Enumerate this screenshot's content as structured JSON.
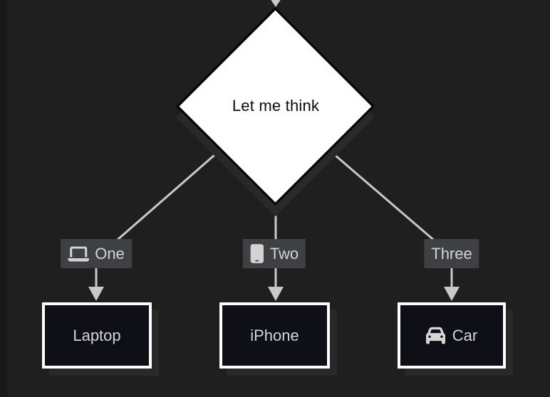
{
  "diagram": {
    "decision": {
      "label": "Let me think"
    },
    "branches": [
      {
        "edge_label": "One",
        "edge_icon": "laptop-icon",
        "node_label": "Laptop",
        "node_icon": null
      },
      {
        "edge_label": "Two",
        "edge_icon": "mobile-phone-icon",
        "node_label": "iPhone",
        "node_icon": null
      },
      {
        "edge_label": "Three",
        "edge_icon": null,
        "node_label": "Car",
        "node_icon": "car-icon"
      }
    ],
    "colors": {
      "canvas_background": "#1f1f20",
      "left_gutter": "#191919",
      "edge_line": "#c9c9c9",
      "edge_label_background": "#3f4043",
      "edge_label_text": "#d3d3d3",
      "decision_fill": "#ffffff",
      "decision_border": "#000000",
      "decision_text": "#0c0c0c",
      "node_fill": "#0d0e16",
      "node_border": "#ffffff",
      "node_text": "#d5d5d5",
      "shadow": "#29292a"
    }
  }
}
